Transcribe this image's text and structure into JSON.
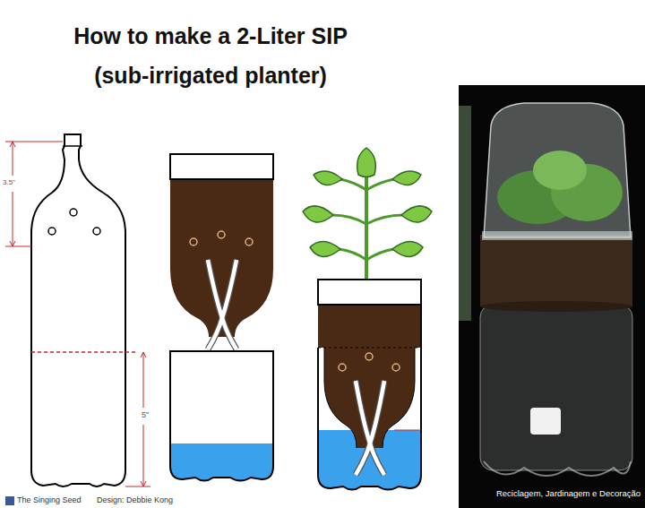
{
  "diagram": {
    "title": "How to make a 2-Liter SIP (sub-irrigated planter)",
    "labels": [
      "3.5\"",
      "5\"",
      "The Singing Seed",
      "Design: Debbie Kong",
      "Reciclagem, Jardinagem e Decoração"
    ]
  }
}
